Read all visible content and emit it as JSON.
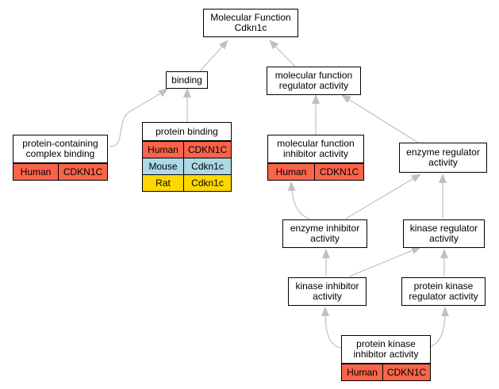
{
  "nodes": {
    "root": "Molecular Function\nCdkn1c",
    "binding": "binding",
    "mfra": "molecular function\nregulator activity",
    "pccb": "protein-containing\ncomplex binding",
    "pb": "protein binding",
    "mfia": "molecular function\ninhibitor activity",
    "era": "enzyme regulator\nactivity",
    "eia": "enzyme inhibitor\nactivity",
    "kra": "kinase regulator\nactivity",
    "kia": "kinase inhibitor\nactivity",
    "pkra": "protein kinase\nregulator activity",
    "pkia": "protein kinase\ninhibitor activity"
  },
  "tables": {
    "pccb": [
      {
        "species": "Human",
        "gene": "CDKN1C",
        "color": "#f9644a"
      }
    ],
    "pb": [
      {
        "species": "Human",
        "gene": "CDKN1C",
        "color": "#f9644a"
      },
      {
        "species": "Mouse",
        "gene": "Cdkn1c",
        "color": "#add8e6"
      },
      {
        "species": "Rat",
        "gene": "Cdkn1c",
        "color": "#ffd700"
      }
    ],
    "mfia": [
      {
        "species": "Human",
        "gene": "CDKN1C",
        "color": "#f9644a"
      }
    ],
    "pkia": [
      {
        "species": "Human",
        "gene": "CDKN1C",
        "color": "#f9644a"
      }
    ]
  },
  "colors": {
    "edge": "#c0c0c0",
    "border": "#000000"
  }
}
